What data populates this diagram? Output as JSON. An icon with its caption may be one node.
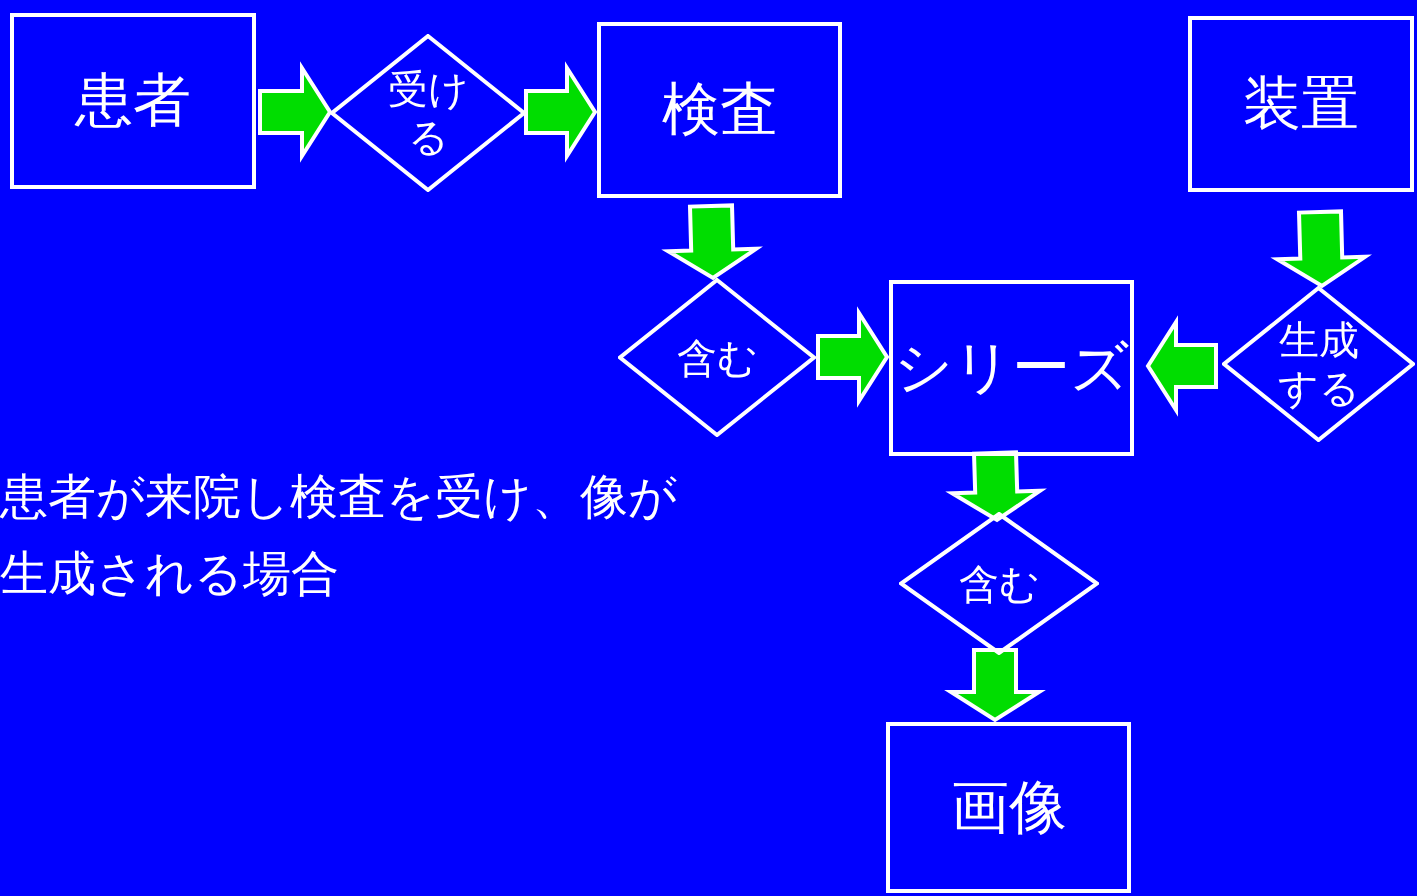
{
  "diagram": {
    "nodes": [
      {
        "text": [
          "患者"
        ]
      },
      {
        "text": [
          "受ける"
        ]
      },
      {
        "text": [
          "検査"
        ]
      },
      {
        "text": [
          "装置"
        ]
      },
      {
        "text": [
          "含む"
        ]
      },
      {
        "text": [
          "シリーズ"
        ]
      },
      {
        "text": [
          "生成する"
        ]
      },
      {
        "text": [
          "含む"
        ]
      },
      {
        "text": [
          "画像"
        ]
      }
    ],
    "edges": [
      {
        "from": 0,
        "to": 1,
        "arrow": "to"
      },
      {
        "from": 1,
        "to": 2,
        "arrow": "to"
      },
      {
        "from": 2,
        "to": 4,
        "arrow": "to"
      },
      {
        "from": 4,
        "to": 5,
        "arrow": "to"
      },
      {
        "from": 3,
        "to": 6,
        "arrow": "to"
      },
      {
        "from": 6,
        "to": 5,
        "arrow": "to"
      },
      {
        "from": 5,
        "to": 7,
        "arrow": "to"
      },
      {
        "from": 7,
        "to": 8,
        "arrow": "to"
      }
    ],
    "labels": [
      "患者が来院し検査を受け、像が生成される場合"
    ]
  }
}
